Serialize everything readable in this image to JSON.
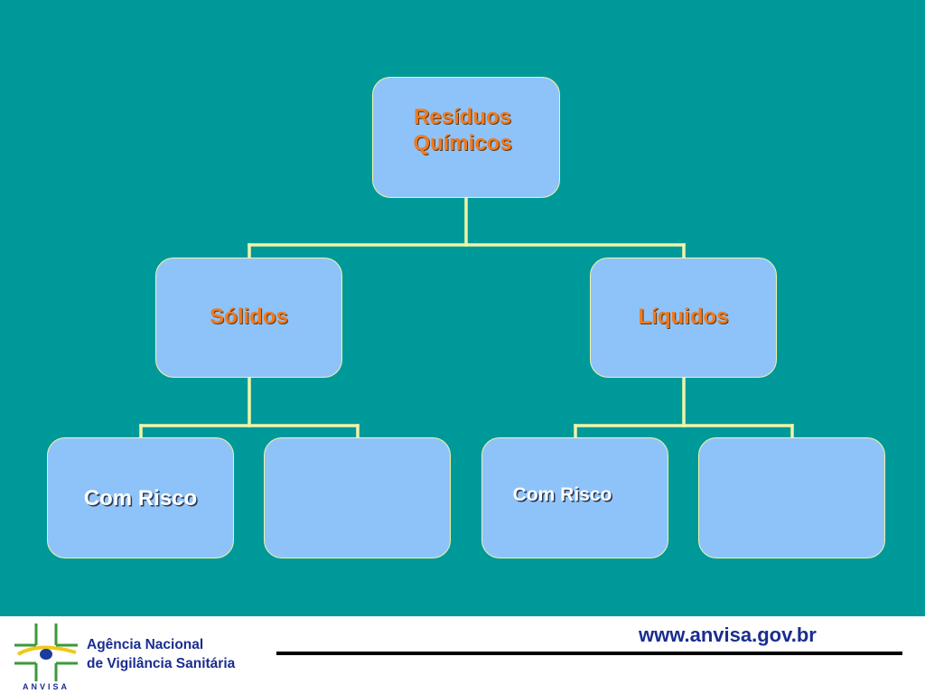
{
  "diagram": {
    "root": {
      "line1": "Resíduos",
      "line2": "Químicos"
    },
    "level2": {
      "left": "Sólidos",
      "right": "Líquidos"
    },
    "level3": {
      "left_1": "Com Risco",
      "left_2": "",
      "right_1": "Com Risco",
      "right_2": ""
    }
  },
  "footer": {
    "agency_line1": "Agência Nacional",
    "agency_line2": "de Vigilância Sanitária",
    "logo_text": "ANVISA",
    "url": "www.anvisa.gov.br"
  },
  "colors": {
    "background": "#009999",
    "node_fill": "#8ec3f9",
    "connector": "#f0f4a8",
    "accent_text": "#f07a1e",
    "footer_text": "#1a2d8f"
  }
}
